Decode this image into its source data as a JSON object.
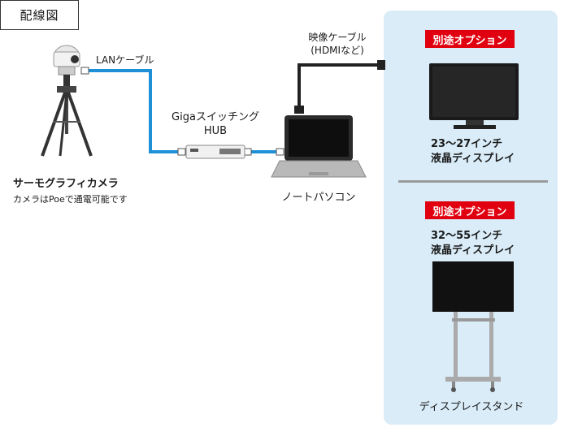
{
  "title": "配線図",
  "camera": {
    "label": "サーモグラフィカメラ",
    "note": "カメラはPoeで通電可能です"
  },
  "lan_cable_label": "LANケーブル",
  "hub": {
    "line1": "Gigaスイッチング",
    "line2": "HUB"
  },
  "video_cable": {
    "line1": "映像ケーブル",
    "line2": "(HDMIなど)"
  },
  "laptop_label": "ノートパソコン",
  "options": {
    "badge1": "別途オプション",
    "monitor_small_line1": "23〜27インチ",
    "monitor_small_line2": "液晶ディスプレイ",
    "badge2": "別途オプション",
    "monitor_large_line1": "32〜55インチ",
    "monitor_large_line2": "液晶ディスプレイ",
    "stand_label": "ディスプレイスタンド"
  },
  "colors": {
    "lan_cable": "#1e90d8",
    "hdmi_cable": "#222222",
    "badge": "#e1000f",
    "panel": "#d9ecf8"
  }
}
